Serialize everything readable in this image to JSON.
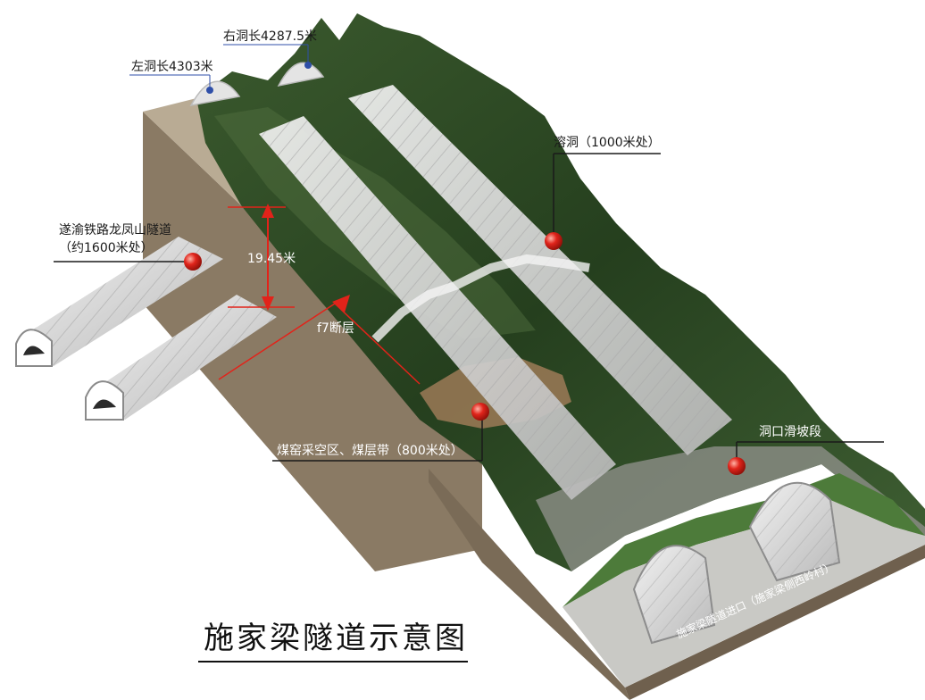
{
  "title": "施家梁隧道示意图",
  "labels": {
    "left_tunnel_length": "左洞长4303米",
    "right_tunnel_length": "右洞长4287.5米",
    "karst_cave": "溶洞（1000米处）",
    "railway_tunnel_line1": "遂渝铁路龙凤山隧道",
    "railway_tunnel_line2": "（约1600米处）",
    "height_difference": "19.45米",
    "fault": "f7断层",
    "goaf": "煤窑采空区、煤层带（800米处）",
    "landslide": "洞口滑坡段",
    "portal": "施家梁隧道进口（施家梁侧西岭村）"
  },
  "colors": {
    "marker_red": "#e0241b",
    "marker_blue": "#2f4fa8",
    "vegetation": "#2d4a25",
    "tunnel_white": "#dcdcdc",
    "soil_brown": "#8c7b66",
    "red_line": "#e2231a"
  }
}
